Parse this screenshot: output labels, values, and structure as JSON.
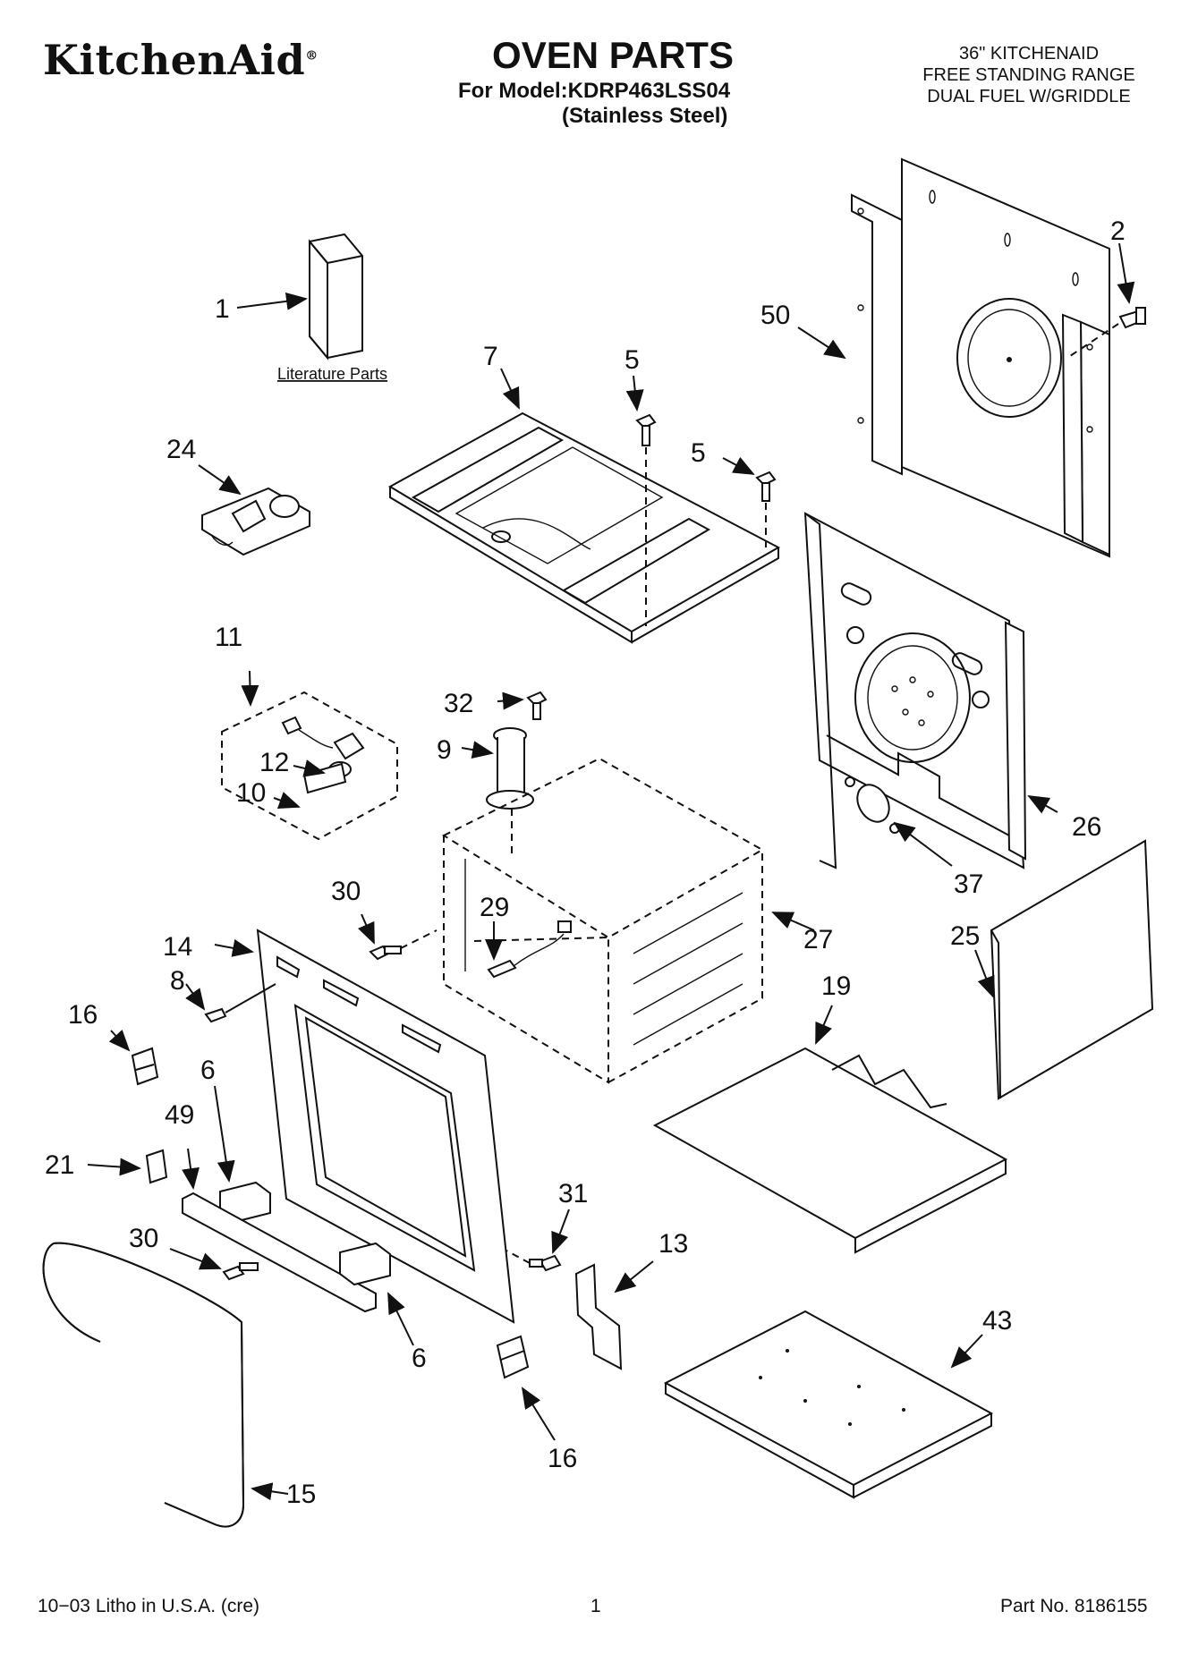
{
  "header": {
    "brand": "KitchenAid",
    "brand_mark": "®",
    "title": "OVEN PARTS",
    "model_line": "For Model:KDRP463LSS04",
    "finish_line": "(Stainless Steel)",
    "description": [
      "36\" KITCHENAID",
      "FREE STANDING RANGE",
      "DUAL FUEL W/GRIDDLE"
    ]
  },
  "diagram": {
    "literature_label": "Literature Parts",
    "callouts": {
      "c1": "1",
      "c2": "2",
      "c50": "50",
      "c7": "7",
      "c5a": "5",
      "c5b": "5",
      "c24": "24",
      "c11": "11",
      "c32": "32",
      "c9": "9",
      "c12": "12",
      "c10": "10",
      "c26": "26",
      "c37": "37",
      "c30a": "30",
      "c29": "29",
      "c27": "27",
      "c14": "14",
      "c8": "8",
      "c16a": "16",
      "c6a": "6",
      "c49": "49",
      "c21": "21",
      "c30b": "30",
      "c6b": "6",
      "c31": "31",
      "c13": "13",
      "c16b": "16",
      "c15": "15",
      "c19": "19",
      "c25": "25",
      "c43": "43"
    }
  },
  "footer": {
    "litho": "10−03 Litho in U.S.A. (cre)",
    "page": "1",
    "part_no": "Part No. 8186155"
  }
}
